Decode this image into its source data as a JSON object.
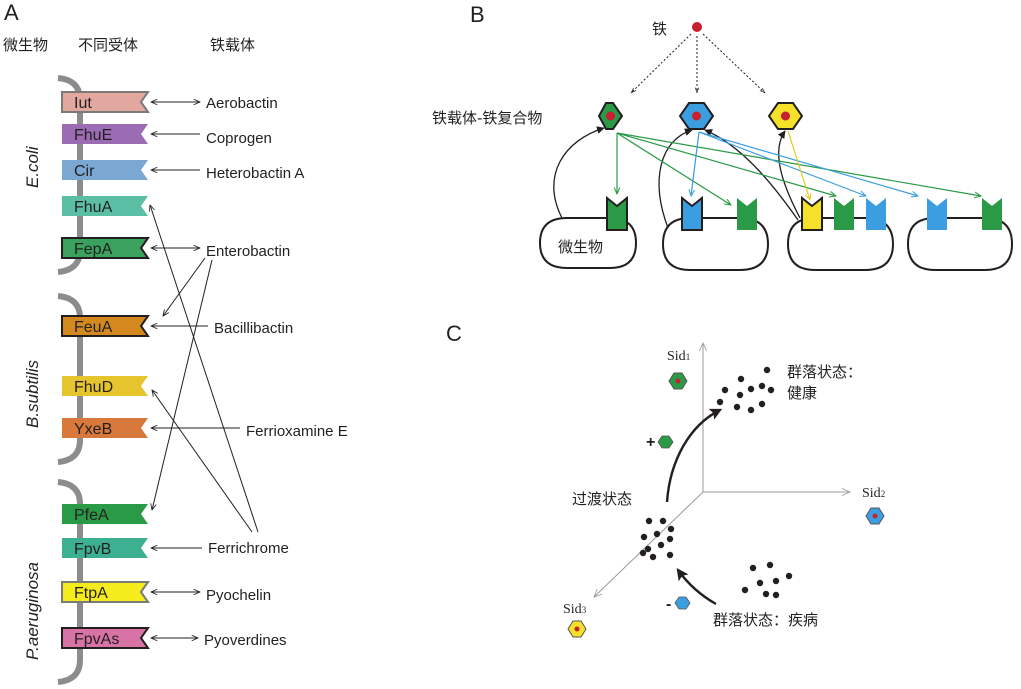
{
  "panel_a": {
    "letter": "A",
    "headers": {
      "microbe": "微生物",
      "receptors": "不同受体",
      "siderophores": "铁载体"
    },
    "organisms": [
      {
        "name": "E.coli"
      },
      {
        "name": "B.subtilis"
      },
      {
        "name": "P.aeruginosa"
      }
    ],
    "receptors": [
      {
        "name": "Iut",
        "color": "#e2a8a0",
        "outlined": true,
        "organism": "E.coli"
      },
      {
        "name": "FhuE",
        "color": "#9b6bb4",
        "outlined": false,
        "organism": "E.coli"
      },
      {
        "name": "Cir",
        "color": "#7aa8d2",
        "outlined": false,
        "organism": "E.coli"
      },
      {
        "name": "FhuA",
        "color": "#5bbfa6",
        "outlined": false,
        "organism": "E.coli"
      },
      {
        "name": "FepA",
        "color": "#3aa15e",
        "outlined": true,
        "organism": "E.coli"
      },
      {
        "name": "FeuA",
        "color": "#d4891f",
        "outlined": true,
        "organism": "B.subtilis"
      },
      {
        "name": "FhuD",
        "color": "#e6c42e",
        "outlined": false,
        "organism": "B.subtilis"
      },
      {
        "name": "YxeB",
        "color": "#d8783a",
        "outlined": false,
        "organism": "B.subtilis"
      },
      {
        "name": "PfeA",
        "color": "#2a9a46",
        "outlined": false,
        "organism": "P.aeruginosa"
      },
      {
        "name": "FpvB",
        "color": "#3cb090",
        "outlined": false,
        "organism": "P.aeruginosa"
      },
      {
        "name": "FtpA",
        "color": "#f5ec1e",
        "outlined": true,
        "organism": "P.aeruginosa"
      },
      {
        "name": "FpvAs",
        "color": "#d873a6",
        "outlined": true,
        "organism": "P.aeruginosa"
      }
    ],
    "siderophores": [
      {
        "name": "Aerobactin"
      },
      {
        "name": "Coprogen"
      },
      {
        "name": "Heterobactin A"
      },
      {
        "name": "Enterobactin"
      },
      {
        "name": "Bacillibactin"
      },
      {
        "name": "Ferrioxamine E"
      },
      {
        "name": "Ferrichrome"
      },
      {
        "name": "Pyochelin"
      },
      {
        "name": "Pyoverdines"
      }
    ],
    "links": [
      {
        "from": "Aerobactin",
        "to": "Iut",
        "bidirectional": true
      },
      {
        "from": "Coprogen",
        "to": "FhuE",
        "bidirectional": false
      },
      {
        "from": "Heterobactin A",
        "to": "Cir",
        "bidirectional": false
      },
      {
        "from": "Enterobactin",
        "to": "FepA",
        "bidirectional": true
      },
      {
        "from": "Enterobactin",
        "to": "FeuA",
        "bidirectional": false
      },
      {
        "from": "Enterobactin",
        "to": "PfeA",
        "bidirectional": false
      },
      {
        "from": "Bacillibactin",
        "to": "FeuA",
        "bidirectional": false
      },
      {
        "from": "Ferrioxamine E",
        "to": "YxeB",
        "bidirectional": false
      },
      {
        "from": "Ferrichrome",
        "to": "FhuA",
        "bidirectional": false
      },
      {
        "from": "Ferrichrome",
        "to": "FhuD",
        "bidirectional": false
      },
      {
        "from": "Ferrichrome",
        "to": "FpvB",
        "bidirectional": false
      },
      {
        "from": "Pyochelin",
        "to": "FtpA",
        "bidirectional": true
      },
      {
        "from": "Pyoverdines",
        "to": "FpvAs",
        "bidirectional": true
      }
    ]
  },
  "panel_b": {
    "letter": "B",
    "iron_label": "铁",
    "complex_label": "铁载体-铁复合物",
    "microbe_label": "微生物",
    "colors": {
      "green": "#2a9a46",
      "blue": "#3b9ee0",
      "yellow": "#f5e12a",
      "iron": "#c8202e"
    },
    "complexes": [
      "green",
      "blue",
      "yellow"
    ],
    "cells": [
      {
        "receptors": [
          "green"
        ],
        "produces": [
          "green"
        ]
      },
      {
        "receptors": [
          "blue",
          "green"
        ],
        "produces": [
          "blue"
        ]
      },
      {
        "receptors": [
          "yellow",
          "green",
          "blue"
        ],
        "produces": [
          "yellow",
          "blue"
        ]
      },
      {
        "receptors": [
          "blue",
          "green"
        ],
        "produces": []
      }
    ]
  },
  "panel_c": {
    "letter": "C",
    "axes": [
      "Sid1",
      "Sid2",
      "Sid3"
    ],
    "axis_labels": {
      "sid1": "Sid",
      "sid1_sub": "1",
      "sid2": "Sid",
      "sid2_sub": "2",
      "sid3": "Sid",
      "sid3_sub": "3"
    },
    "healthy_label_1": "群落状态：",
    "healthy_label_2": "健康",
    "transition_label": "过渡状态",
    "disease_label": "群落状态：疾病",
    "plus_label": "+",
    "minus_label": "-"
  }
}
